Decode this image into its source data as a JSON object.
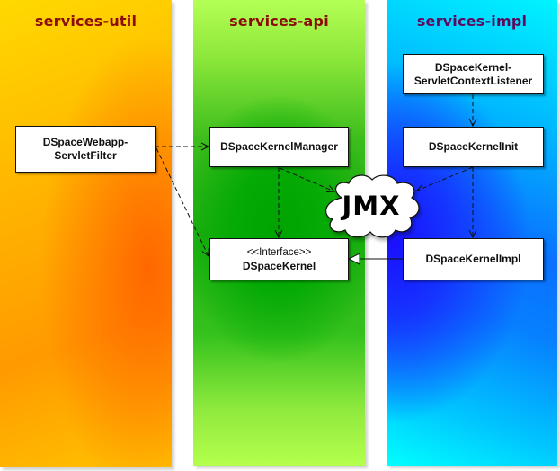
{
  "diagram": {
    "columns": [
      {
        "id": "util",
        "title": "services-util",
        "title_color": "#8b0c0c"
      },
      {
        "id": "api",
        "title": "services-api",
        "title_color": "#8b0a0a"
      },
      {
        "id": "impl",
        "title": "services-impl",
        "title_color": "#5d0a5d"
      }
    ],
    "boxes": {
      "webapp_filter": {
        "line1": "DSpaceWebapp-",
        "line2": "ServletFilter",
        "column": "services-util"
      },
      "kernel_manager": {
        "label": "DSpaceKernelManager",
        "column": "services-api"
      },
      "kernel_interface": {
        "stereotype": "<<Interface>>",
        "label": "DSpaceKernel",
        "column": "services-api"
      },
      "context_listener": {
        "line1": "DSpaceKernel-",
        "line2": "ServletContextListener",
        "column": "services-impl"
      },
      "kernel_init": {
        "label": "DSpaceKernelInit",
        "column": "services-impl"
      },
      "kernel_impl": {
        "label": "DSpaceKernelImpl",
        "column": "services-impl"
      }
    },
    "cloud": {
      "label": "JMX"
    },
    "edges": [
      {
        "from": "DSpaceWebapp-ServletFilter",
        "to": "DSpaceKernelManager",
        "style": "dashed",
        "arrow": "open"
      },
      {
        "from": "DSpaceWebapp-ServletFilter",
        "to": "DSpaceKernel",
        "style": "dashed",
        "arrow": "open"
      },
      {
        "from": "DSpaceKernelManager",
        "to": "DSpaceKernel",
        "style": "dashed",
        "arrow": "open"
      },
      {
        "from": "DSpaceKernelManager",
        "to": "JMX",
        "style": "dashed",
        "arrow": "open"
      },
      {
        "from": "DSpaceKernel-ServletContextListener",
        "to": "DSpaceKernelInit",
        "style": "dashed",
        "arrow": "open"
      },
      {
        "from": "DSpaceKernelInit",
        "to": "JMX",
        "style": "dashed",
        "arrow": "open"
      },
      {
        "from": "DSpaceKernelInit",
        "to": "DSpaceKernelImpl",
        "style": "dashed",
        "arrow": "open"
      },
      {
        "from": "DSpaceKernelImpl",
        "to": "DSpaceKernel",
        "style": "solid",
        "arrow": "hollow-triangle",
        "relation": "realization"
      }
    ]
  }
}
